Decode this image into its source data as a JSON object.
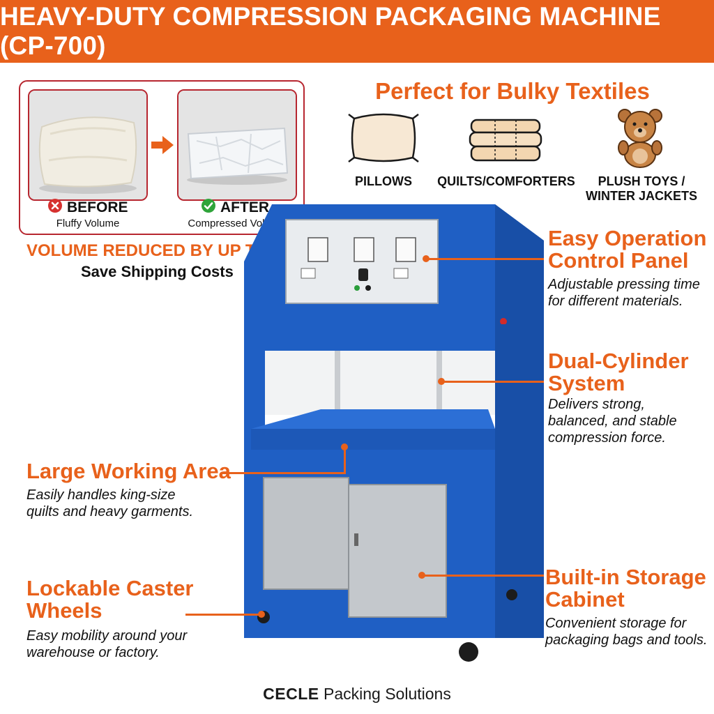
{
  "header": {
    "title": "HEAVY-DUTY COMPRESSION PACKAGING MACHINE (CP-700)"
  },
  "before_after": {
    "before_label": "BEFORE",
    "before_sub": "Fluffy Volume",
    "after_label": "AFTER",
    "after_sub": "Compressed Volume",
    "volume_reduction": "VOLUME REDUCED BY UP TO 70%!",
    "save_shipping": "Save Shipping Costs"
  },
  "textiles": {
    "heading": "Perfect for Bulky Textiles",
    "items": [
      {
        "label": "PILLOWS",
        "icon": "pillow-icon"
      },
      {
        "label": "QUILTS/COMFORTERS",
        "icon": "folded-quilt-icon"
      },
      {
        "label_line1": "PLUSH TOYS /",
        "label_line2": "WINTER JACKETS",
        "icon": "teddy-bear-icon"
      }
    ]
  },
  "features": {
    "control_panel": {
      "title_line1": "Easy Operation",
      "title_line2": "Control Panel",
      "desc_line1": "Adjustable pressing time",
      "desc_line2": "for different materials."
    },
    "cylinder": {
      "title_line1": "Dual-Cylinder",
      "title_line2": "System",
      "desc_line1": "Delivers strong,",
      "desc_line2": "balanced, and stable",
      "desc_line3": "compression force."
    },
    "working_area": {
      "title": "Large Working Area",
      "desc_line1": "Easily handles king-size",
      "desc_line2": "quilts and heavy garments."
    },
    "casters": {
      "title_line1": "Lockable Caster",
      "title_line2": "Wheels",
      "desc_line1": "Easy mobility around your",
      "desc_line2": "warehouse or factory."
    },
    "storage": {
      "title_line1": "Built-in Storage",
      "title_line2": "Cabinet",
      "desc_line1": "Convenient storage for",
      "desc_line2": "packaging bags and tools."
    }
  },
  "footer": {
    "brand": "CECLE",
    "suffix": " Packing Solutions"
  },
  "colors": {
    "accent": "#e8611b",
    "machine_blue": "#1f5fc4",
    "frame_red": "#b7262f"
  }
}
